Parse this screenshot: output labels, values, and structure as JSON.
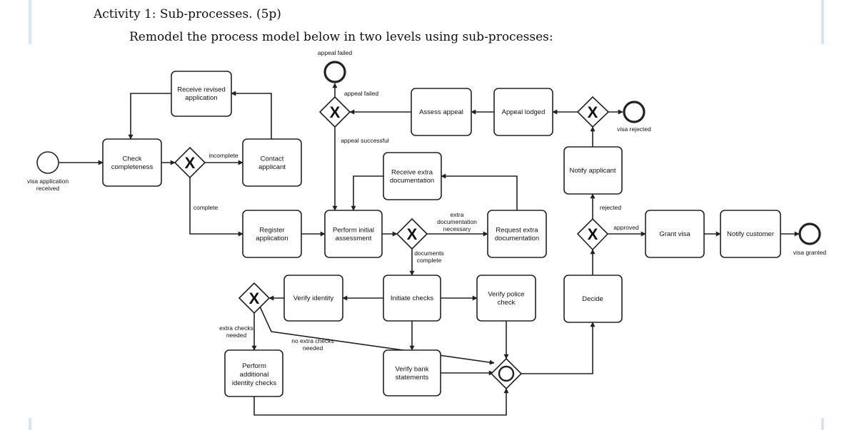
{
  "page": {
    "heading": "Activity 1: Sub-processes. (5p)",
    "instruction": "Remodel the process model below in two levels using sub-processes:"
  },
  "diagram": {
    "events": {
      "start": "visa application received",
      "appeal_failed": "appeal failed",
      "visa_rejected": "visa rejected",
      "visa_granted": "visa granted"
    },
    "tasks": {
      "check_completeness": "Check completeness",
      "receive_revised": "Receive revised application",
      "contact_applicant": "Contact applicant",
      "register_application": "Register application",
      "perform_initial_assessment": "Perform initial assessment",
      "receive_extra_documentation": "Receive extra documentation",
      "request_extra_documentation": "Request extra documentation",
      "assess_appeal": "Assess appeal",
      "appeal_lodged": "Appeal lodged",
      "notify_applicant": "Notify applicant",
      "grant_visa": "Grant visa",
      "notify_customer": "Notify customer",
      "initiate_checks": "Initiate checks",
      "verify_identity": "Verify identity",
      "verify_police_check": "Verify police check",
      "verify_bank_statements": "Verify bank statements",
      "perform_additional_identity_checks": "Perform additional identity checks",
      "decide": "Decide"
    },
    "flow_labels": {
      "incomplete": "incomplete",
      "complete": "complete",
      "appeal_failed": "appeal failed",
      "appeal_successful": "appeal successful",
      "extra_documentation_necessary": "extra documentation necessary",
      "documents_complete": "documents complete",
      "rejected": "rejected",
      "approved": "approved",
      "extra_checks_needed": "extra checks needed",
      "no_extra_checks_needed": "no extra checks needed"
    },
    "gateway_marker": "X"
  }
}
